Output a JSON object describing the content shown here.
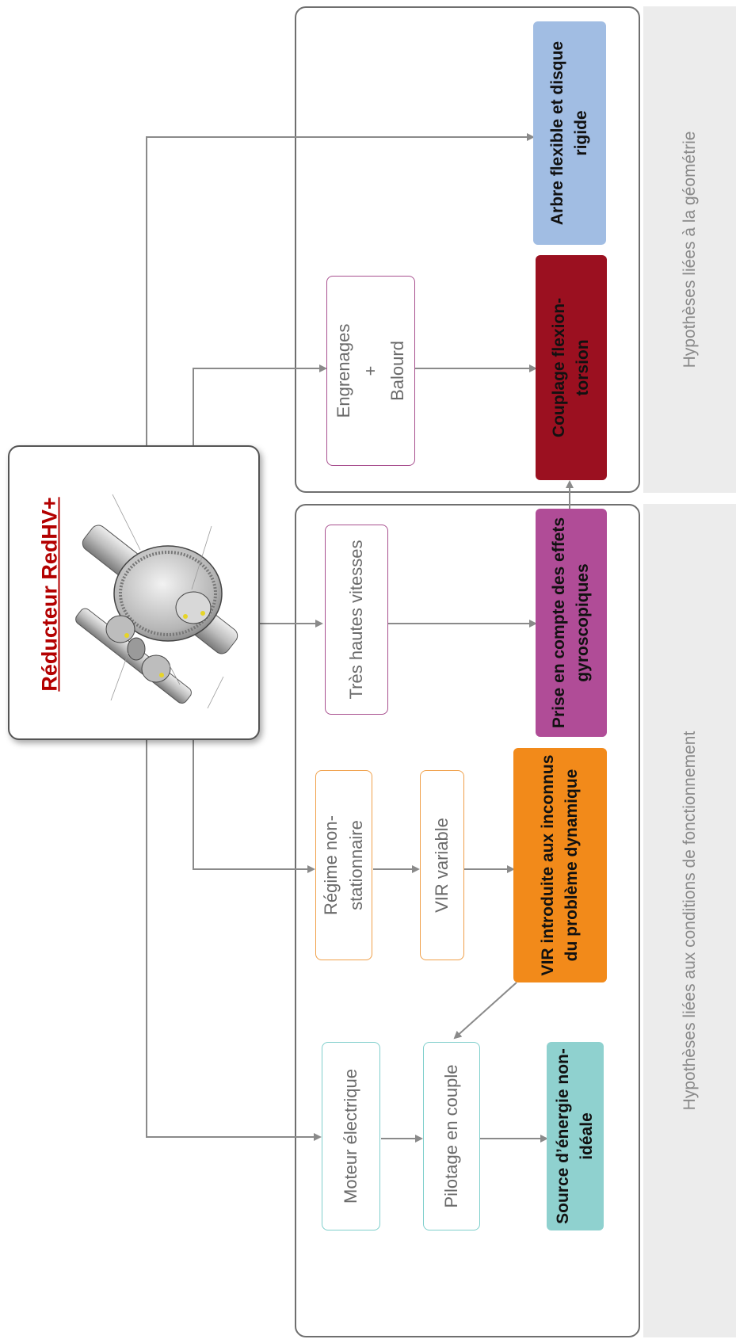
{
  "title": "Réducteur RedHV+",
  "bands": {
    "conditions": "Hypothèses liées aux conditions de fonctionnement",
    "geometry": "Hypothèses liées à la géométrie"
  },
  "nodes": {
    "moteur": "Moteur électrique",
    "pilotage": "Pilotage en couple",
    "regime": "Régime non-stationnaire",
    "vir_var": "VIR variable",
    "hautes_vitesses": "Très hautes vitesses",
    "engrenages_top": "Engrenages",
    "engrenages_plus": "+",
    "engrenages_bottom": "Balourd"
  },
  "results": {
    "source": "Source d’énergie non-idéale",
    "vir": "VIR introduite aux inconnus du problème dynamique",
    "gyro": "Prise en compte des effets gyroscopiques",
    "couplage": "Couplage flexion-torsion",
    "arbre": "Arbre flexible et disque rigide"
  },
  "colors": {
    "teal": "#8fd1cf",
    "orange": "#f28a1a",
    "magenta": "#b04c97",
    "crimson": "#9b1020",
    "blue": "#a1bde3",
    "teal_border": "#7fcfcc",
    "orange_border": "#f0a04a",
    "purple_border": "#a8508f"
  }
}
